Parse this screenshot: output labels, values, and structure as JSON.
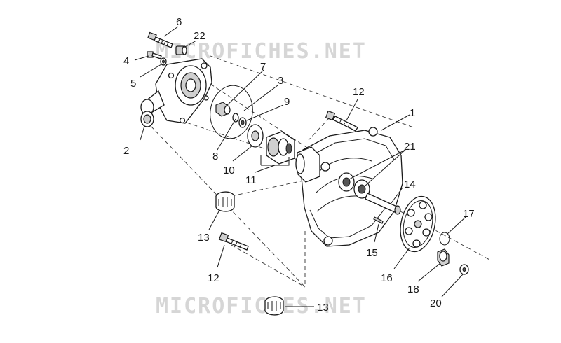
{
  "watermark": {
    "top": "MICROFICHES.NET",
    "bottom": "MICROFICHES.NET"
  },
  "callouts": {
    "n1": "1",
    "n2": "2",
    "n3": "3",
    "n4": "4",
    "n5": "5",
    "n6": "6",
    "n7": "7",
    "n8": "8",
    "n9": "9",
    "n10": "10",
    "n11": "11",
    "n12a": "12",
    "n12b": "12",
    "n13a": "13",
    "n13b": "13",
    "n14": "14",
    "n15": "15",
    "n16": "16",
    "n17": "17",
    "n18": "18",
    "n20": "20",
    "n21": "21",
    "n22": "22"
  }
}
